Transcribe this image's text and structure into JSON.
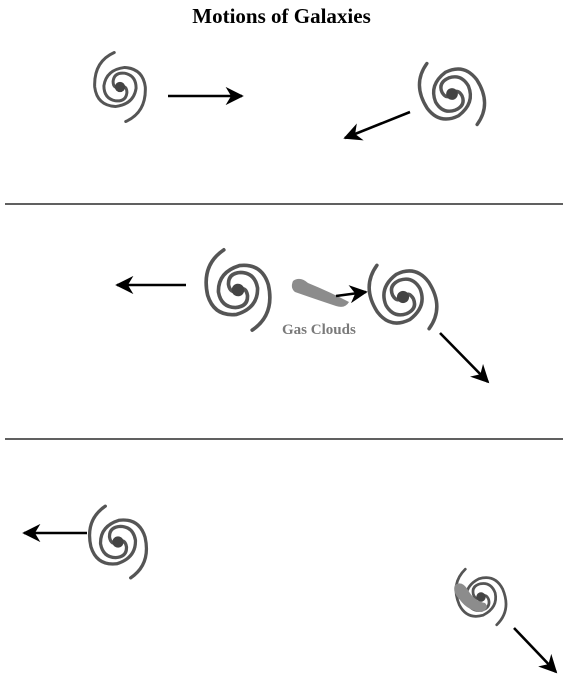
{
  "title": "Motions of Galaxies",
  "panels": [
    {
      "id": "top",
      "galaxies": 2,
      "arrows": 2,
      "gas_clouds": 0
    },
    {
      "id": "middle",
      "galaxies": 2,
      "arrows": 3,
      "gas_clouds": 1,
      "label": "Gas Clouds"
    },
    {
      "id": "bottom",
      "galaxies": 2,
      "arrows": 2,
      "gas_clouds": 1
    }
  ],
  "colors": {
    "galaxy": "#555555",
    "gas": "#8c8c8c",
    "arrow": "#000000",
    "divider": "#000000"
  },
  "icons": {
    "galaxy": "spiral-galaxy-icon",
    "motion": "arrow-icon"
  }
}
